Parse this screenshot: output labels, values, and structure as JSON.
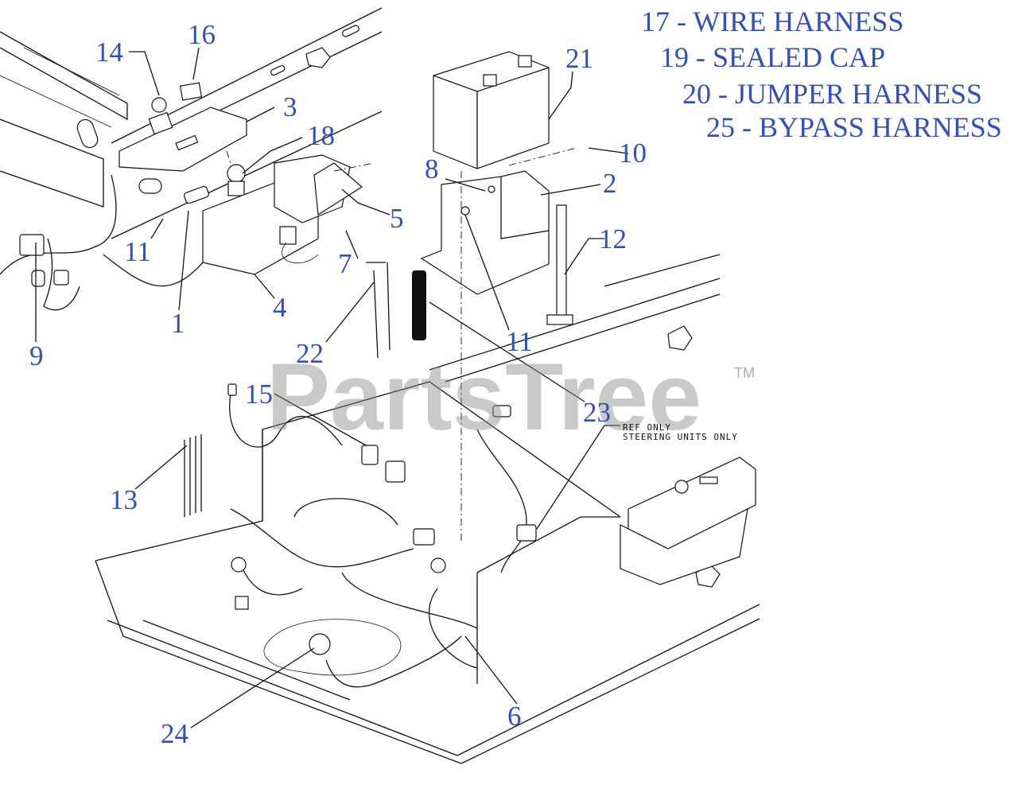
{
  "legend": [
    {
      "text": "17 - WIRE HARNESS"
    },
    {
      "text": "19 - SEALED CAP"
    },
    {
      "text": "20 - JUMPER HARNESS"
    },
    {
      "text": "25 - BYPASS HARNESS"
    }
  ],
  "callouts": [
    {
      "id": "14",
      "text": "14"
    },
    {
      "id": "16",
      "text": "16"
    },
    {
      "id": "3",
      "text": "3"
    },
    {
      "id": "18",
      "text": "18"
    },
    {
      "id": "5",
      "text": "5"
    },
    {
      "id": "11a",
      "text": "11"
    },
    {
      "id": "7",
      "text": "7"
    },
    {
      "id": "4",
      "text": "4"
    },
    {
      "id": "1",
      "text": "1"
    },
    {
      "id": "9",
      "text": "9"
    },
    {
      "id": "22",
      "text": "22"
    },
    {
      "id": "21",
      "text": "21"
    },
    {
      "id": "10",
      "text": "10"
    },
    {
      "id": "8",
      "text": "8"
    },
    {
      "id": "2",
      "text": "2"
    },
    {
      "id": "12",
      "text": "12"
    },
    {
      "id": "11b",
      "text": "11"
    },
    {
      "id": "23",
      "text": "23"
    },
    {
      "id": "15",
      "text": "15"
    },
    {
      "id": "13",
      "text": "13"
    },
    {
      "id": "6",
      "text": "6"
    },
    {
      "id": "24",
      "text": "24"
    }
  ],
  "ref_note": {
    "line1": "REF ONLY",
    "line2": "STEERING UNITS ONLY"
  },
  "watermark": {
    "text": "PartsTree",
    "tm": "TM"
  },
  "colors": {
    "callout": "#2f4fbd",
    "line": "#111111",
    "watermark": "#8a8a8a"
  }
}
